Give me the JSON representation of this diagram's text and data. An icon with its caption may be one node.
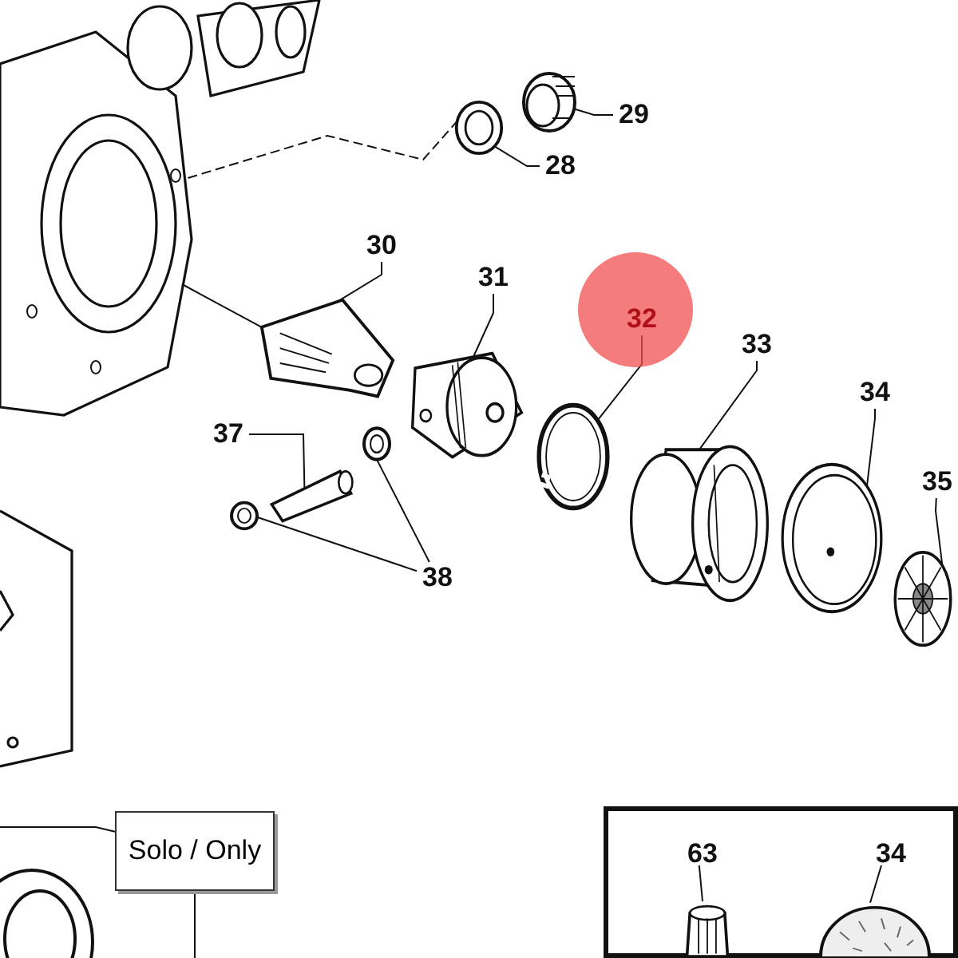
{
  "diagram": {
    "nodes": [
      {
        "text": [
          "29"
        ]
      },
      {
        "text": [],
        "shape": "picture"
      },
      {
        "text": [
          "28"
        ]
      },
      {
        "text": [],
        "shape": "picture"
      },
      {
        "text": [
          "30"
        ]
      },
      {
        "text": [],
        "shape": "picture"
      },
      {
        "text": [
          "31"
        ]
      },
      {
        "text": [],
        "shape": "picture"
      },
      {
        "text": [
          "32"
        ]
      },
      {
        "text": [],
        "shape": "picture"
      },
      {
        "text": [
          "33"
        ]
      },
      {
        "text": [],
        "shape": "picture"
      },
      {
        "text": [
          "34"
        ]
      },
      {
        "text": [],
        "shape": "picture"
      },
      {
        "text": [
          "35"
        ]
      },
      {
        "text": [],
        "shape": "picture"
      },
      {
        "text": [
          "37"
        ]
      },
      {
        "text": [],
        "shape": "picture"
      },
      {
        "text": [
          "38"
        ]
      },
      {
        "text": [],
        "shape": "picture"
      },
      {
        "text": [],
        "shape": "picture"
      },
      {
        "text": [
          "Solo / Only"
        ]
      },
      {
        "text": [],
        "shape": "box"
      },
      {
        "text": [
          "63"
        ],
        "in": 22
      },
      {
        "text": [],
        "shape": "picture",
        "in": 22
      },
      {
        "text": [
          "34"
        ],
        "in": 22
      },
      {
        "text": [],
        "shape": "picture",
        "in": 22
      },
      {
        "text": [],
        "shape": "picture"
      }
    ],
    "edges": [
      {
        "from": 0,
        "to": 1,
        "arrow": "none"
      },
      {
        "from": 2,
        "to": 3,
        "arrow": "none"
      },
      {
        "from": 4,
        "to": 5,
        "arrow": "none"
      },
      {
        "from": 6,
        "to": 7,
        "arrow": "none"
      },
      {
        "from": 8,
        "to": 9,
        "arrow": "none"
      },
      {
        "from": 10,
        "to": 11,
        "arrow": "none"
      },
      {
        "from": 12,
        "to": 13,
        "arrow": "none"
      },
      {
        "from": 14,
        "to": 15,
        "arrow": "none"
      },
      {
        "from": 16,
        "to": 17,
        "arrow": "none"
      },
      {
        "from": 18,
        "to": 19,
        "arrow": "none"
      },
      {
        "from": 18,
        "to": 20,
        "arrow": "none"
      },
      {
        "from": 21,
        "to": null,
        "arrow": "none"
      },
      {
        "from": 21,
        "to": null,
        "arrow": "none"
      },
      {
        "from": 23,
        "to": 24,
        "arrow": "none"
      },
      {
        "from": 25,
        "to": 26,
        "arrow": "none"
      },
      {
        "from": 3,
        "to": 27,
        "arrow": "none",
        "style": "dashed"
      },
      {
        "from": 5,
        "to": 27,
        "arrow": "none"
      }
    ]
  }
}
